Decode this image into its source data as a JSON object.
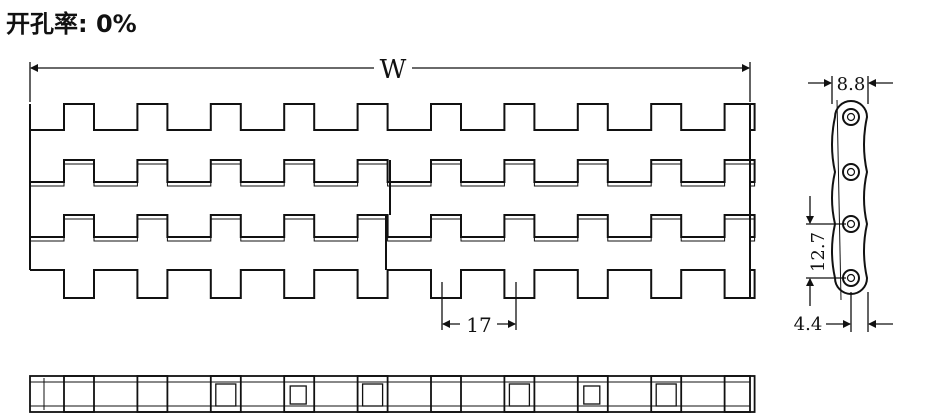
{
  "title": "开孔率: 0%",
  "dimensions": {
    "width_label": "W",
    "pitch_label": "17",
    "thickness_label": "8.8",
    "link_pitch_label": "12.7",
    "offset_label": "4.4"
  },
  "colors": {
    "line": "#111111",
    "background": "#ffffff"
  }
}
